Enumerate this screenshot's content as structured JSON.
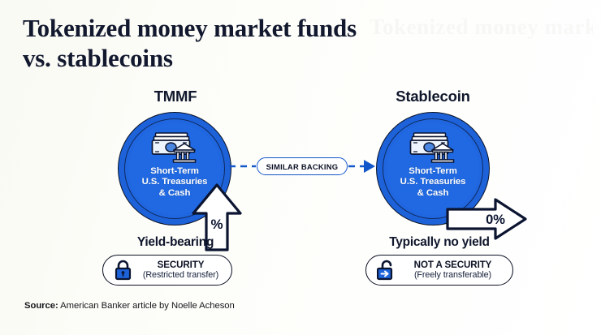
{
  "title": {
    "line1": "Tokenized money market funds",
    "line2": "vs. stablecoins"
  },
  "watermark": "Tokenized money market funds",
  "left_column": {
    "heading": "TMMF",
    "circle_label_line1": "Short-Term",
    "circle_label_line2": "U.S. Treasuries",
    "circle_label_line3": "& Cash",
    "arrow_value": "%",
    "yield_caption": "Yield-bearing",
    "pill_title": "SECURITY",
    "pill_sub": "(Restricted transfer)",
    "pill_icon": "closed-padlock-icon"
  },
  "right_column": {
    "heading": "Stablecoin",
    "circle_label_line1": "Short-Term",
    "circle_label_line2": "U.S. Treasuries",
    "circle_label_line3": "& Cash",
    "arrow_value": "0%",
    "yield_caption": "Typically no yield",
    "pill_title": "NOT A SECURITY",
    "pill_sub": "(Freely transferable)",
    "pill_icon": "open-padlock-arrow-icon"
  },
  "connector": {
    "label": "SIMILAR BACKING",
    "style": "dashed-arrow-right"
  },
  "source": {
    "label": "Source:",
    "text": " American Banker article by Noelle Acheson"
  },
  "colors": {
    "background": "#fbfbf7",
    "brand_blue": "#1d62d9",
    "ring_blue": "#0f2a60",
    "ink": "#10172c",
    "title_ink": "#12182e",
    "white": "#ffffff"
  }
}
